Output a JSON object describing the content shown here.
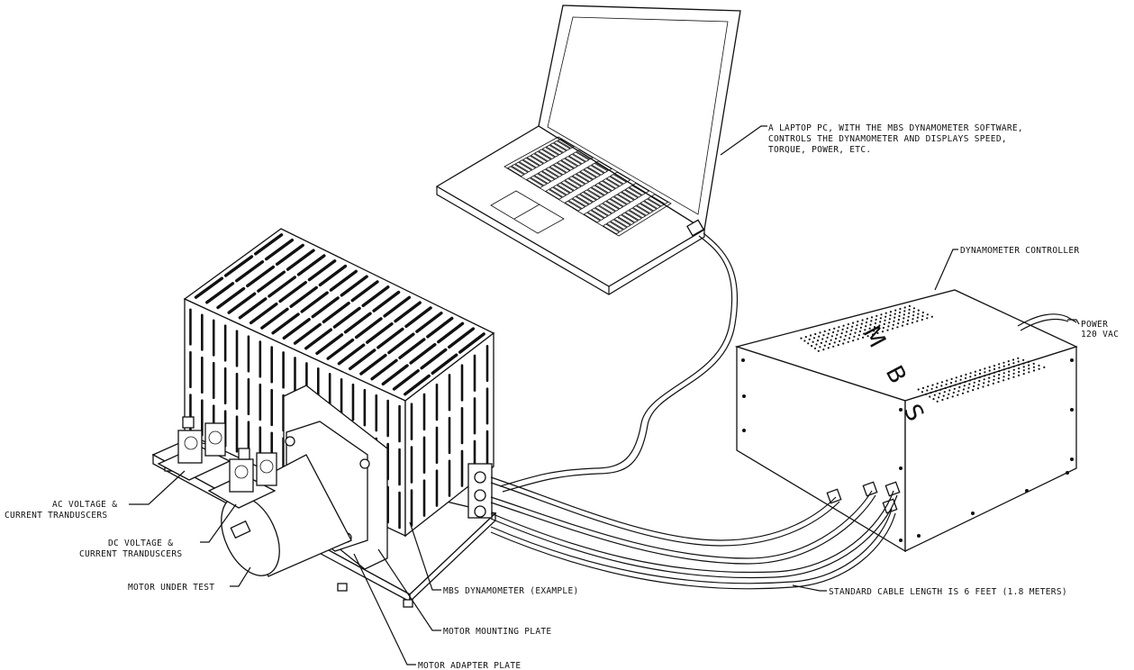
{
  "labels": {
    "laptop_line1": "A LAPTOP PC, WITH THE MBS DYNAMOMETER SOFTWARE,",
    "laptop_line2": "CONTROLS THE DYNAMOMETER AND DISPLAYS SPEED,",
    "laptop_line3": "TORQUE, POWER, ETC.",
    "controller": "DYNAMOMETER CONTROLLER",
    "power_line1": "POWER",
    "power_line2": "120 VAC",
    "ac_line1": "AC VOLTAGE &",
    "ac_line2": "CURRENT TRANDUSCERS",
    "dc_line1": "DC VOLTAGE &",
    "dc_line2": "CURRENT TRANDUSCERS",
    "motor": "MOTOR UNDER TEST",
    "dyno": "MBS DYNAMOMETER (EXAMPLE)",
    "mounting": "MOTOR MOUNTING PLATE",
    "adapter": "MOTOR ADAPTER PLATE",
    "cable": "STANDARD CABLE LENGTH IS 6 FEET (1.8 METERS)"
  },
  "controller_logo": {
    "m": "M",
    "b": "B",
    "s": "S"
  }
}
